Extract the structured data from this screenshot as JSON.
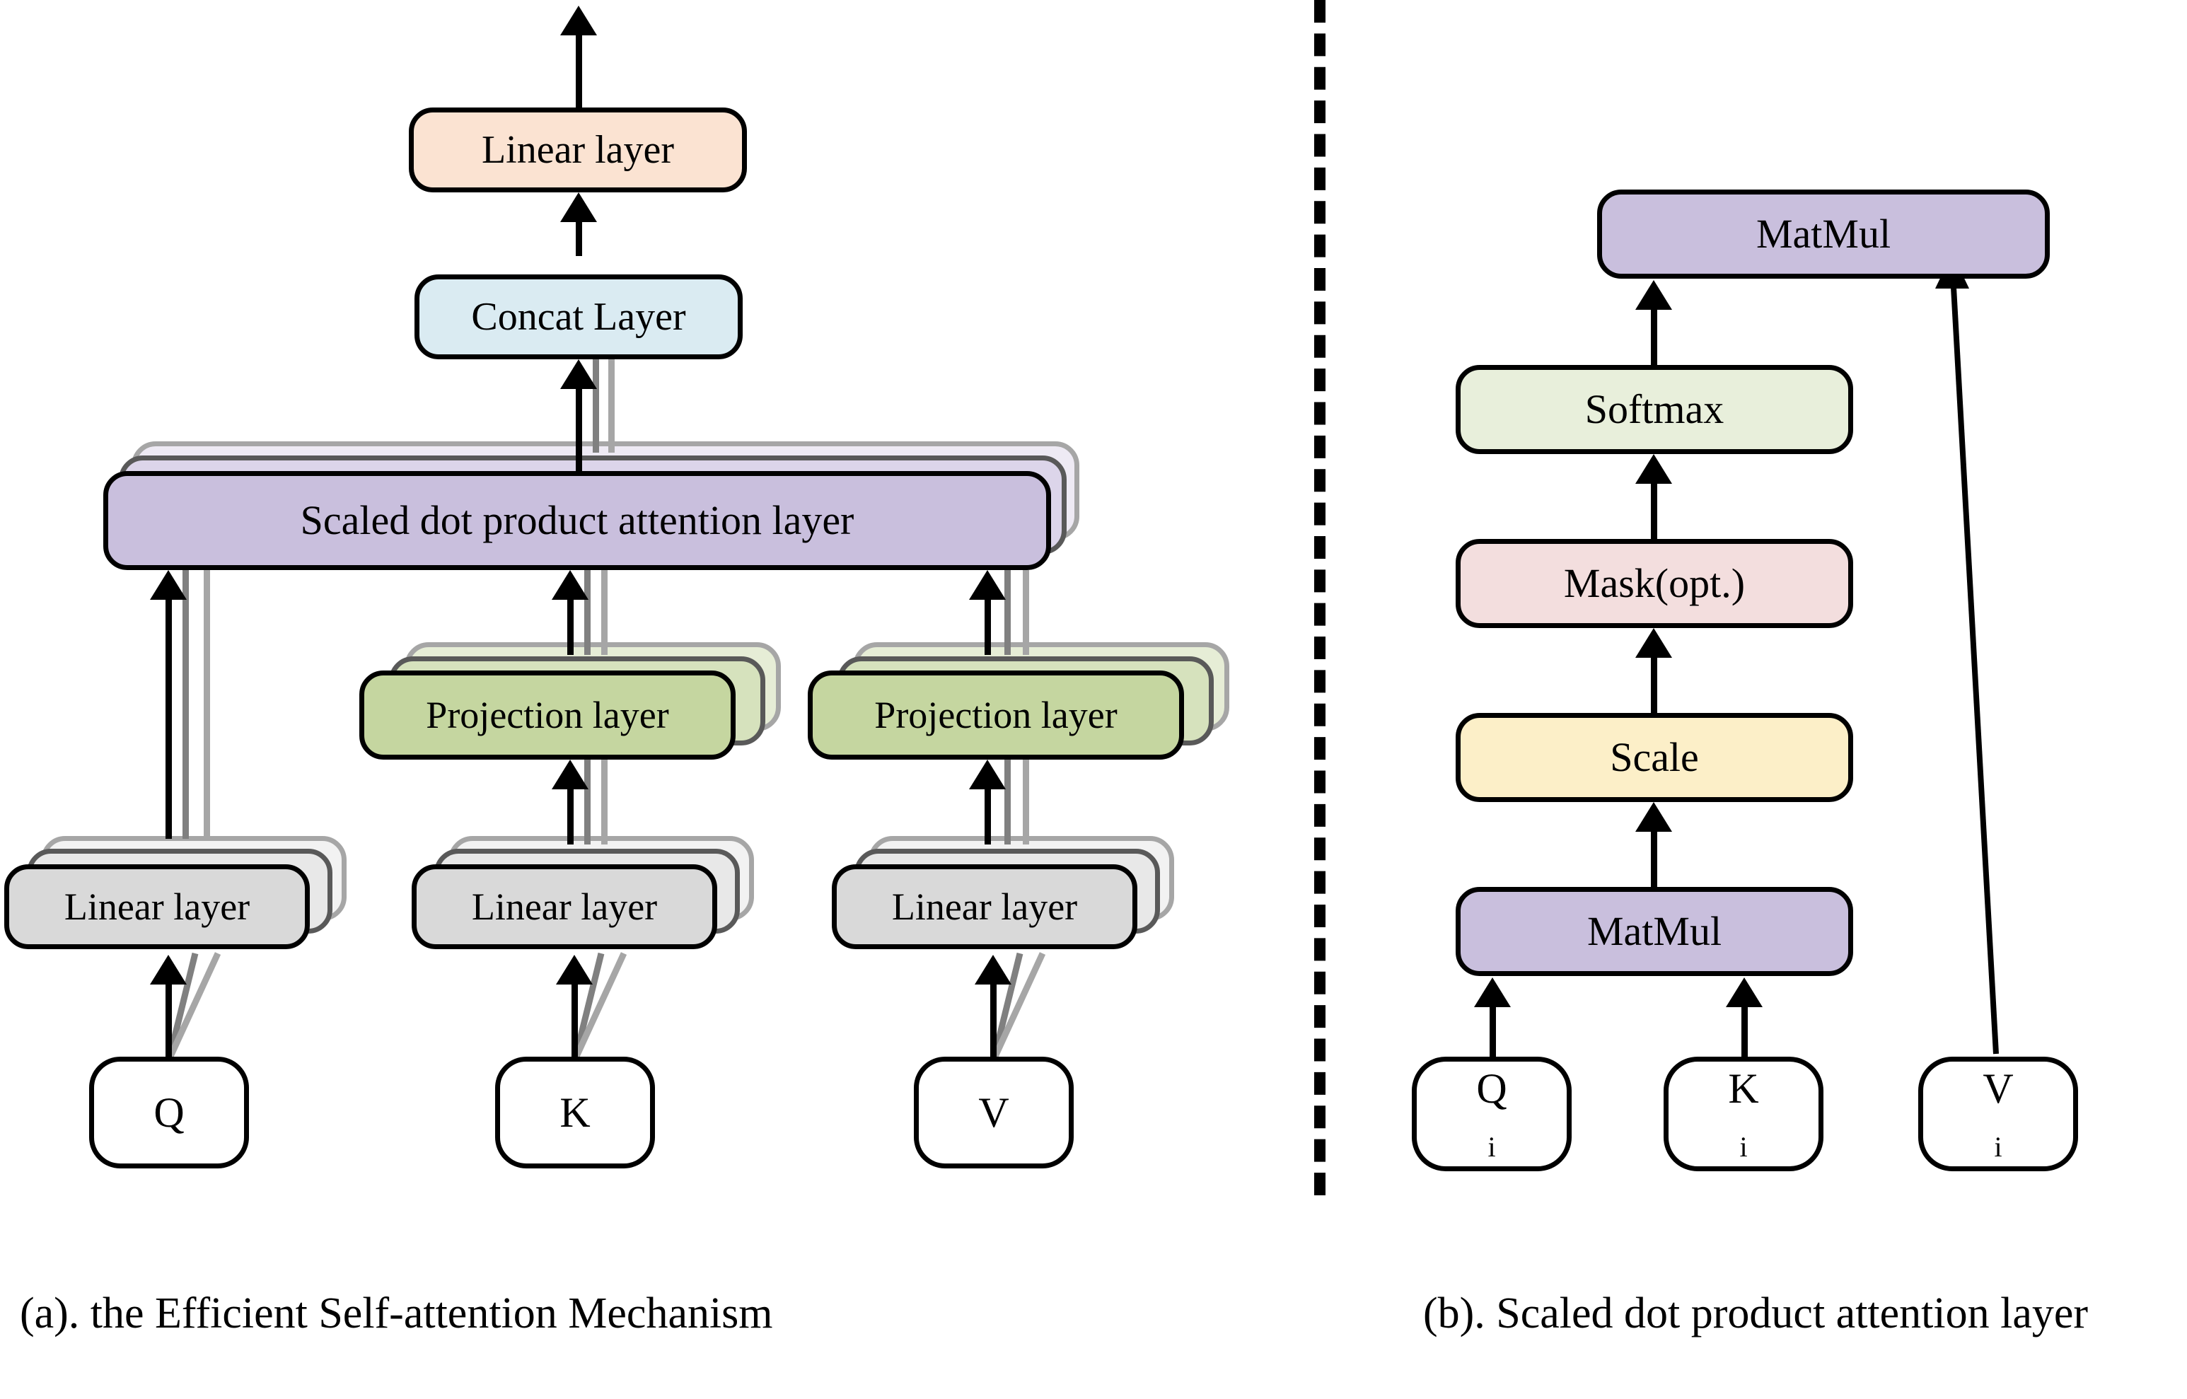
{
  "figure": {
    "panels": [
      {
        "id": "a",
        "caption": "(a). the Efficient Self-attention Mechanism",
        "nodes": {
          "output_linear": {
            "label": "Linear layer",
            "color": "#FBE3D2"
          },
          "concat": {
            "label": "Concat Layer",
            "color": "#DAEBF2"
          },
          "attention": {
            "label": "Scaled dot product attention layer",
            "color": "#C9BFDD",
            "stacked": "3"
          },
          "projection_k": {
            "label": "Projection layer",
            "color": "#C5D6A0",
            "stacked": "3"
          },
          "projection_v": {
            "label": "Projection layer",
            "color": "#C5D6A0",
            "stacked": "3"
          },
          "linear_q": {
            "label": "Linear layer",
            "color": "#D9D9D9",
            "stacked": "3"
          },
          "linear_k": {
            "label": "Linear layer",
            "color": "#D9D9D9",
            "stacked": "3"
          },
          "linear_v": {
            "label": "Linear layer",
            "color": "#D9D9D9",
            "stacked": "3"
          },
          "input_q": {
            "label": "Q",
            "color": "#FFFFFF"
          },
          "input_k": {
            "label": "K",
            "color": "#FFFFFF"
          },
          "input_v": {
            "label": "V",
            "color": "#FFFFFF"
          }
        }
      },
      {
        "id": "b",
        "caption": "(b). Scaled dot product attention layer",
        "nodes": {
          "matmul_top": {
            "label": "MatMul",
            "color": "#C9BFDD"
          },
          "softmax": {
            "label": "Softmax",
            "color": "#E8EFDB"
          },
          "mask": {
            "label": "Mask(opt.)",
            "color": "#F3DEDE"
          },
          "scale": {
            "label": "Scale",
            "color": "#FCEFC8"
          },
          "matmul_bottom": {
            "label": "MatMul",
            "color": "#C9BFDD"
          },
          "input_qi": {
            "label": "Q",
            "sub": "i",
            "color": "#FFFFFF"
          },
          "input_ki": {
            "label": "K",
            "sub": "i",
            "color": "#FFFFFF"
          },
          "input_vi": {
            "label": "V",
            "sub": "i",
            "color": "#FFFFFF"
          }
        }
      }
    ],
    "palette": {
      "border": "#000000",
      "ghost_back": "#A6A6A6",
      "ghost_mid": "#595959",
      "connector_gray": "#808080",
      "background": "#FFFFFF"
    }
  }
}
